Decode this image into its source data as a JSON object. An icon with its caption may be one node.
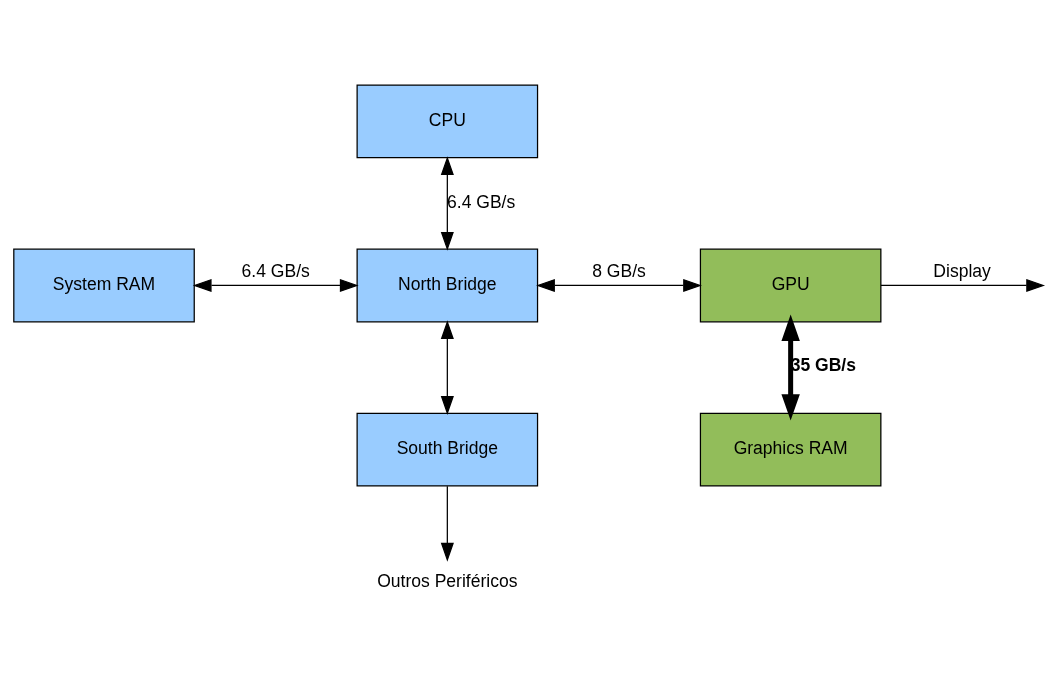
{
  "diagram": {
    "nodes": [
      {
        "text": [
          "CPU"
        ]
      },
      {
        "text": [
          "System RAM"
        ]
      },
      {
        "text": [
          "North Bridge"
        ]
      },
      {
        "text": [
          "GPU"
        ]
      },
      {
        "text": [
          "South Bridge"
        ]
      },
      {
        "text": [
          "Graphics RAM"
        ]
      },
      {
        "text": [
          "Outros Periféricos"
        ]
      }
    ],
    "edges": [
      {
        "from": 0,
        "to": 2,
        "arrow": "both",
        "label": "6.4 GB/s"
      },
      {
        "from": 1,
        "to": 2,
        "arrow": "both",
        "label": "6.4 GB/s"
      },
      {
        "from": 2,
        "to": 3,
        "arrow": "both",
        "label": "8 GB/s"
      },
      {
        "from": 3,
        "to": null,
        "arrow": "to",
        "label": "Display"
      },
      {
        "from": 2,
        "to": 4,
        "arrow": "both"
      },
      {
        "from": 3,
        "to": 5,
        "arrow": "both",
        "label": "35 GB/s",
        "style": "thick"
      },
      {
        "from": 4,
        "to": 6,
        "arrow": "to"
      }
    ]
  }
}
